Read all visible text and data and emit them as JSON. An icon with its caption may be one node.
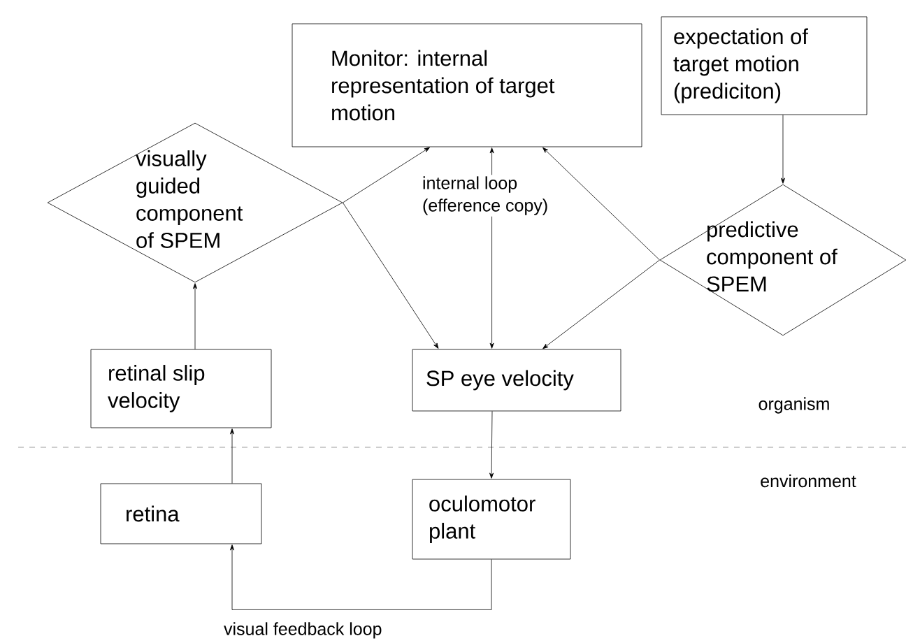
{
  "diagram": {
    "nodes": [
      {
        "text": [
          "Monitor: internal representation of target motion"
        ]
      },
      {
        "text": [
          "expectation of target motion (prediciton)"
        ]
      },
      {
        "text": [
          "visually guided component of SPEM"
        ]
      },
      {
        "text": [
          "predictive component of SPEM"
        ]
      },
      {
        "text": [
          "retinal slip velocity"
        ]
      },
      {
        "text": [
          "SP eye velocity"
        ]
      },
      {
        "text": [
          "retina"
        ]
      },
      {
        "text": [
          "oculomotor plant"
        ]
      }
    ],
    "edges": [
      {
        "from": 1,
        "to": 3,
        "arrow": "to"
      },
      {
        "from": 2,
        "to": 0,
        "arrow": "to"
      },
      {
        "from": 2,
        "to": 5,
        "arrow": "to"
      },
      {
        "from": 5,
        "to": 0,
        "arrow": "both",
        "label": "internal loop (efference copy)"
      },
      {
        "from": 3,
        "to": 0,
        "arrow": "to"
      },
      {
        "from": 3,
        "to": 5,
        "arrow": "to"
      },
      {
        "from": 4,
        "to": 2,
        "arrow": "to"
      },
      {
        "from": 6,
        "to": 4,
        "arrow": "to"
      },
      {
        "from": 5,
        "to": 7,
        "arrow": "to"
      },
      {
        "from": 7,
        "to": 6,
        "arrow": "to",
        "label": "visual feedback loop"
      }
    ],
    "labels": [
      "organism",
      "environment"
    ]
  }
}
